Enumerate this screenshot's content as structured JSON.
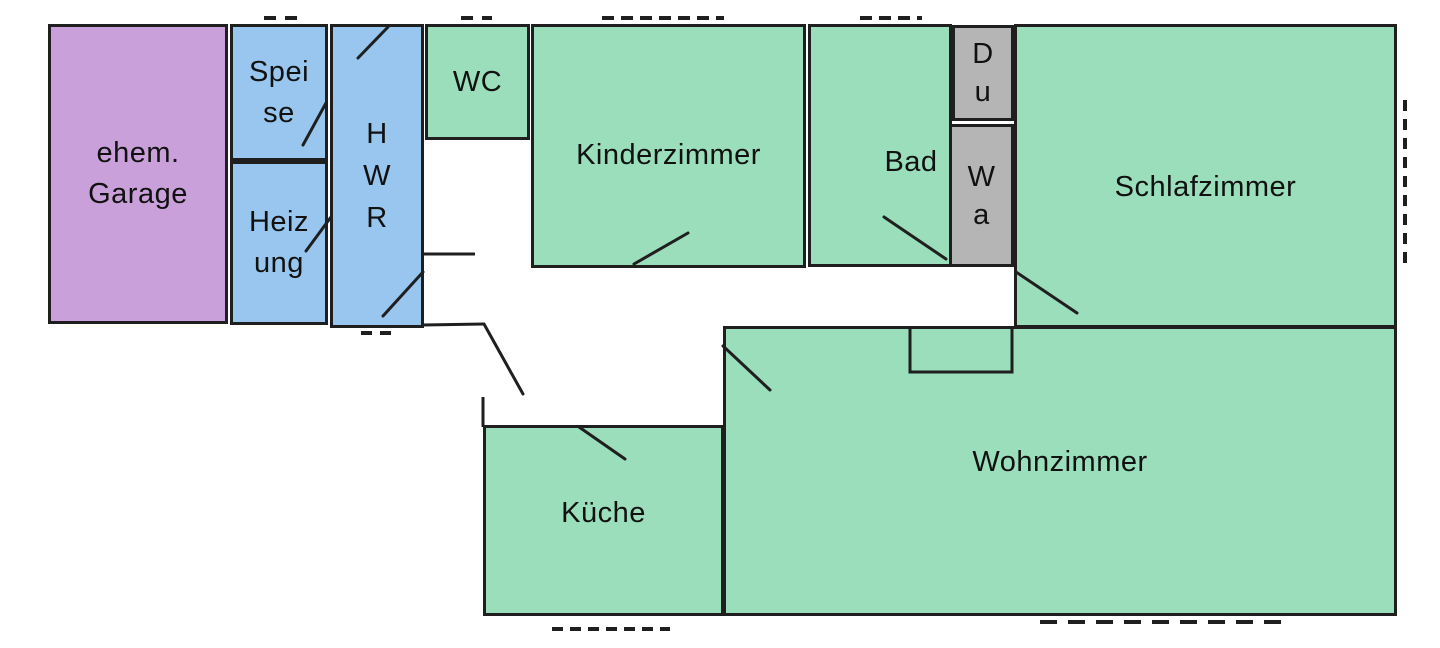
{
  "colors": {
    "room_green": "#9adebb",
    "room_blue": "#98c6ee",
    "room_purple": "#c9a0d9",
    "room_gray": "#b5b5b5",
    "wall": "#1f1f1f",
    "background": "#ffffff"
  },
  "rooms": {
    "garage": {
      "label": "ehem. Garage",
      "lines": [
        "ehem.",
        "Garage"
      ]
    },
    "speise": {
      "label": "Speise",
      "lines": [
        "Spei",
        "se"
      ]
    },
    "heizung": {
      "label": "Heizung",
      "lines": [
        "Heiz",
        "ung"
      ]
    },
    "hwr": {
      "label": "HWR",
      "lines": [
        "H",
        "W",
        "R"
      ]
    },
    "wc": {
      "label": "WC"
    },
    "kinderzimmer": {
      "label": "Kinderzimmer"
    },
    "bad": {
      "label": "Bad"
    },
    "du": {
      "label": "Du",
      "lines": [
        "D",
        "u"
      ]
    },
    "wa": {
      "label": "Wa",
      "lines": [
        "W",
        "a"
      ]
    },
    "schlafzimmer": {
      "label": "Schlafzimmer"
    },
    "wohnzimmer": {
      "label": "Wohnzimmer"
    },
    "kueche": {
      "label": "Küche"
    }
  }
}
